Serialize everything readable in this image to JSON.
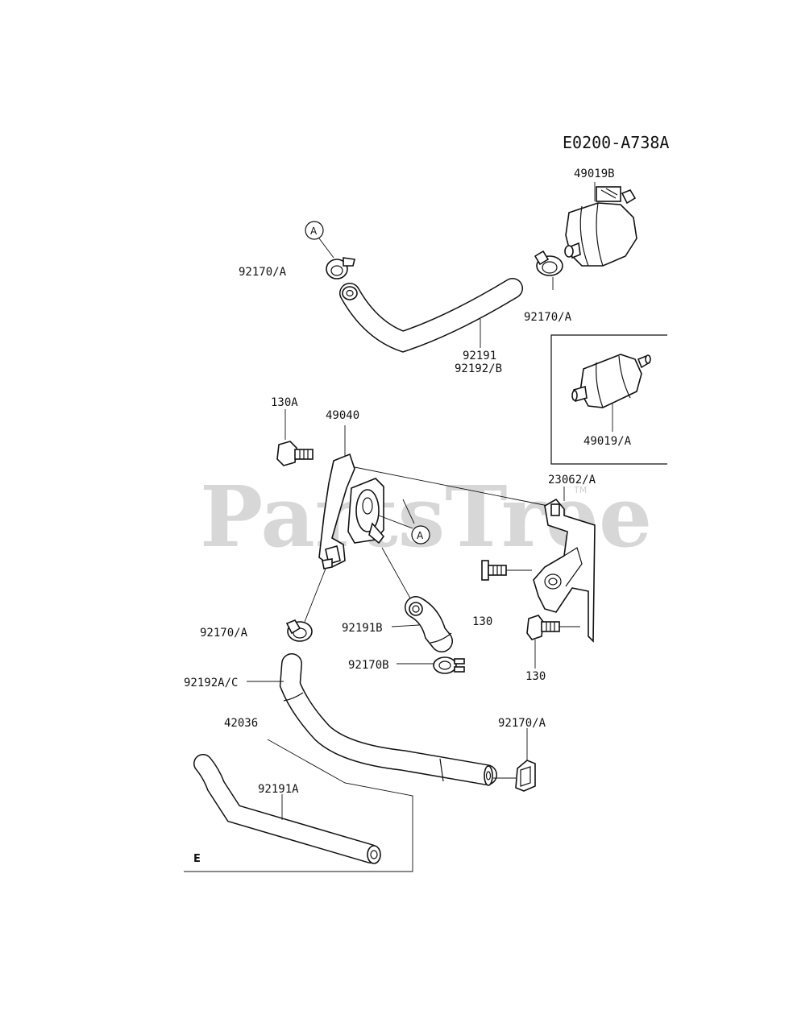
{
  "diagram": {
    "code": "E0200-A738A",
    "watermark": "PartsTree",
    "watermark_tm": "TM",
    "section_letter": "E",
    "callout_letter": "A",
    "labels": {
      "p49019B": "49019B",
      "p92170A_1": "92170/A",
      "p92170A_2": "92170/A",
      "p92191": "92191",
      "p92192B": "92192/B",
      "p49019A": "49019/A",
      "p130A": "130A",
      "p49040": "49040",
      "p23062A": "23062/A",
      "p130_1": "130",
      "p130_2": "130",
      "p92170A_3": "92170/A",
      "p92191B": "92191B",
      "p92170B": "92170B",
      "p92192AC": "92192A/C",
      "p42036": "42036",
      "p92170A_4": "92170/A",
      "p92191A": "92191A"
    }
  }
}
